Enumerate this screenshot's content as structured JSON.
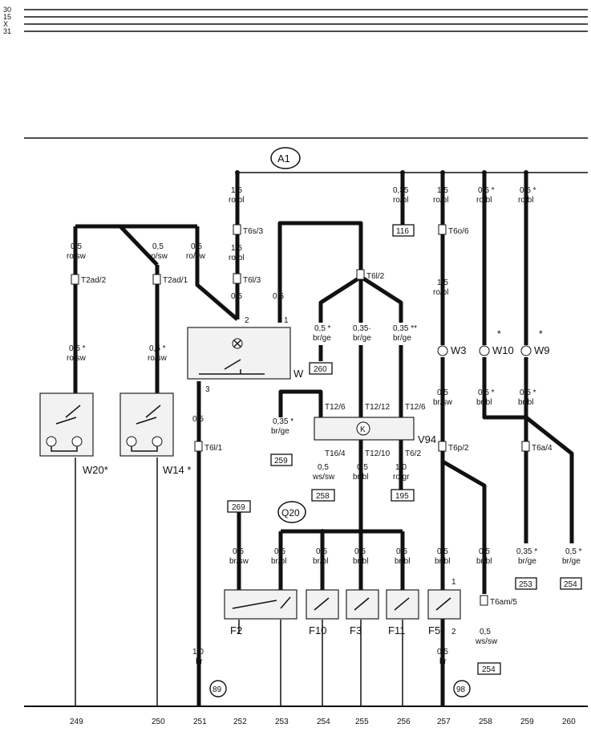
{
  "bus_labels": [
    "30",
    "15",
    "X",
    "31"
  ],
  "header_circle": "A1",
  "q_circle": "Q20",
  "wires": {
    "t_1_5_robl_a": {
      "gauge": "1,5",
      "color": "ro/bl"
    },
    "t_1_5_robl_b": {
      "gauge": "1,5",
      "color": "ro/bl"
    },
    "t_035_robl": {
      "gauge": "0,35",
      "color": "ro/bl"
    },
    "t_1_5_robl_c": {
      "gauge": "1,5",
      "color": "ro/bl"
    },
    "t_1_5_robl_d": {
      "gauge": "1,5",
      "color": "ro/bl"
    },
    "t_05_robl_w10": {
      "gauge": "0,5 *",
      "color": "ro/bl"
    },
    "t_05_robl_w9": {
      "gauge": "0,5 *",
      "color": "ro/bl"
    },
    "t_05_rosw_a": {
      "gauge": "0,5",
      "color": "ro/sw"
    },
    "t_05_rosw_b": {
      "gauge": "0,5",
      "color": "ro/sw"
    },
    "t_05_rosw_c": {
      "gauge": "0,5",
      "color": "ro/sw"
    },
    "t_05_rosw_d": {
      "gauge": "0,5 *",
      "color": "ro/sw"
    },
    "t_05_rosw_e": {
      "gauge": "0,5 *",
      "color": "ro/sw"
    },
    "t_05_w": {
      "gauge": "0,5",
      "color": ""
    },
    "t_05_w1": {
      "gauge": "0,5",
      "color": ""
    },
    "t_05_brge_a": {
      "gauge": "0,5 *",
      "color": "br/ge"
    },
    "t_035_brge_a": {
      "gauge": "0,35·",
      "color": "br/ge"
    },
    "t_035_brge_b": {
      "gauge": "0,35 **",
      "color": "br/ge"
    },
    "t_05_brsw_w3": {
      "gauge": "0,5",
      "color": "br/sw"
    },
    "t_05_brbl_w10": {
      "gauge": "0,5 *",
      "color": "br/bl"
    },
    "t_05_brbl_w9": {
      "gauge": "0,5 *",
      "color": "br/bl"
    },
    "t_05_3": {
      "gauge": "0,5",
      "color": ""
    },
    "t_035_brge_c": {
      "gauge": "0,35 *",
      "color": "br/ge"
    },
    "t_05_wssw": {
      "gauge": "0,5",
      "color": "ws/sw"
    },
    "t_05_brbl_v94": {
      "gauge": "0,5",
      "color": "br/bl"
    },
    "t_10_rogr": {
      "gauge": "1,0",
      "color": "ro/gr"
    },
    "t_05_brsw_f2": {
      "gauge": "0,5",
      "color": "br/sw"
    },
    "t_05_brbl_f2b": {
      "gauge": "0,5",
      "color": "br/bl"
    },
    "t_05_brbl_f10": {
      "gauge": "0,5",
      "color": "br/bl"
    },
    "t_05_brbl_f3": {
      "gauge": "0,5",
      "color": "br/bl"
    },
    "t_05_brbl_f11": {
      "gauge": "0,5",
      "color": "br/bl"
    },
    "t_05_brbl_f5": {
      "gauge": "0,5",
      "color": "br/bl"
    },
    "t_05_brbl_258": {
      "gauge": "0,5",
      "color": "br/bl"
    },
    "t_035_brge_259": {
      "gauge": "0,35 *",
      "color": "br/ge"
    },
    "t_05_brge_260": {
      "gauge": "0,5 *",
      "color": "br/ge"
    },
    "t_05_wssw_258": {
      "gauge": "0,5",
      "color": "ws/sw"
    },
    "t_05_br_f5": {
      "gauge": "0,5",
      "color": "br"
    },
    "t_10_br": {
      "gauge": "1,0",
      "color": "br"
    }
  },
  "connectors": {
    "t6s3": "T6s/3",
    "t6l3": "T6l/3",
    "t6l2": "T6l/2",
    "t2ad2": "T2ad/2",
    "t2ad1": "T2ad/1",
    "t6o6": "T6o/6",
    "t6l1": "T6l/1",
    "t6p2": "T6p/2",
    "t6a4": "T6a/4",
    "t6am5": "T6am/5",
    "t12_6a": "T12/6",
    "t12_12": "T12/12",
    "t12_6b": "T12/6",
    "t16_4": "T16/4",
    "t12_10": "T12/10",
    "t6_2": "T6/2"
  },
  "refs": {
    "r116": "116",
    "r260": "260",
    "r259": "259",
    "r258": "258",
    "r195": "195",
    "r269": "269",
    "r253": "253",
    "r254a": "254",
    "r254b": "254"
  },
  "components": {
    "W": "W",
    "W20": "W20*",
    "W14": "W14 *",
    "W3": "W3",
    "W10": "W10",
    "W9": "W9",
    "V94": "V94",
    "K": "K",
    "F2": "F2",
    "F10": "F10",
    "F3": "F3",
    "F11": "F11",
    "F5": "F5"
  },
  "pins": {
    "w2": "2",
    "w1": "1",
    "w3": "3",
    "f5a": "1",
    "f5b": "2"
  },
  "stars": {
    "w10": "*",
    "w9": "*"
  },
  "ground_circles": {
    "c89": "89",
    "c98": "98"
  },
  "columns": [
    "249",
    "250",
    "251",
    "252",
    "253",
    "254",
    "255",
    "256",
    "257",
    "258",
    "259",
    "260"
  ]
}
